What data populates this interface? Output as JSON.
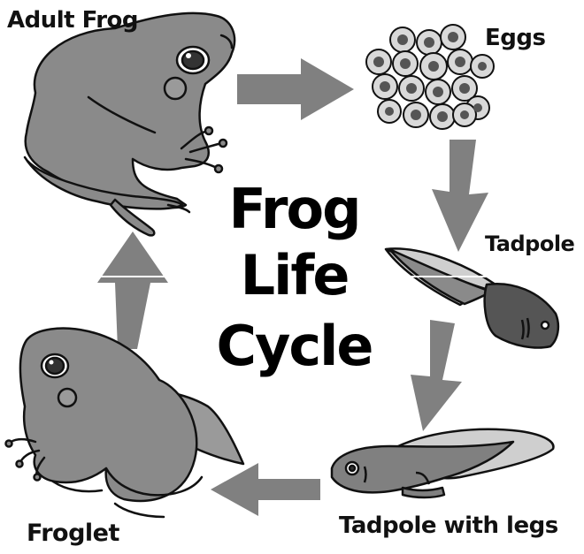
{
  "diagram": {
    "title_lines": [
      "Frog",
      "Life",
      "Cycle"
    ],
    "stages": {
      "adult_frog": "Adult Frog",
      "eggs": "Eggs",
      "tadpole": "Tadpole",
      "tadpole_with_legs": "Tadpole with legs",
      "froglet": "Froglet"
    },
    "colors": {
      "arrow": "#808080",
      "frog_body": "#8a8a8a",
      "frog_belly": "#a9a9a9",
      "outline": "#111111",
      "egg_white": "#d9d9d9",
      "egg_core": "#555555",
      "tail_light": "#cfcfcf"
    }
  }
}
